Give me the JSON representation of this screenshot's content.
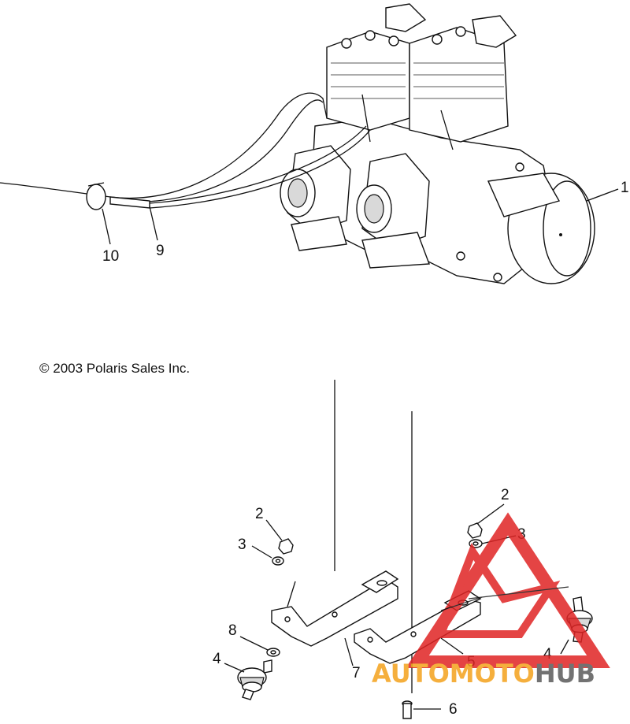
{
  "copyright": "© 2003 Polaris Sales Inc.",
  "callouts": {
    "engine": "1",
    "nut_left": "2",
    "washer_left": "3",
    "mount_left": "4",
    "bracket_right": "5",
    "bolt": "6",
    "bracket_left": "7",
    "washer_mount": "8",
    "hose": "9",
    "clamp": "10",
    "nut_right": "2",
    "washer_right": "3",
    "mount_right": "4"
  },
  "watermark": {
    "part1": "AUTO",
    "part2": "MOTO",
    "part3": "HUB",
    "color_orange": "#f4a21c",
    "color_grey": "#5a5a5a",
    "color_red": "#e02424"
  }
}
